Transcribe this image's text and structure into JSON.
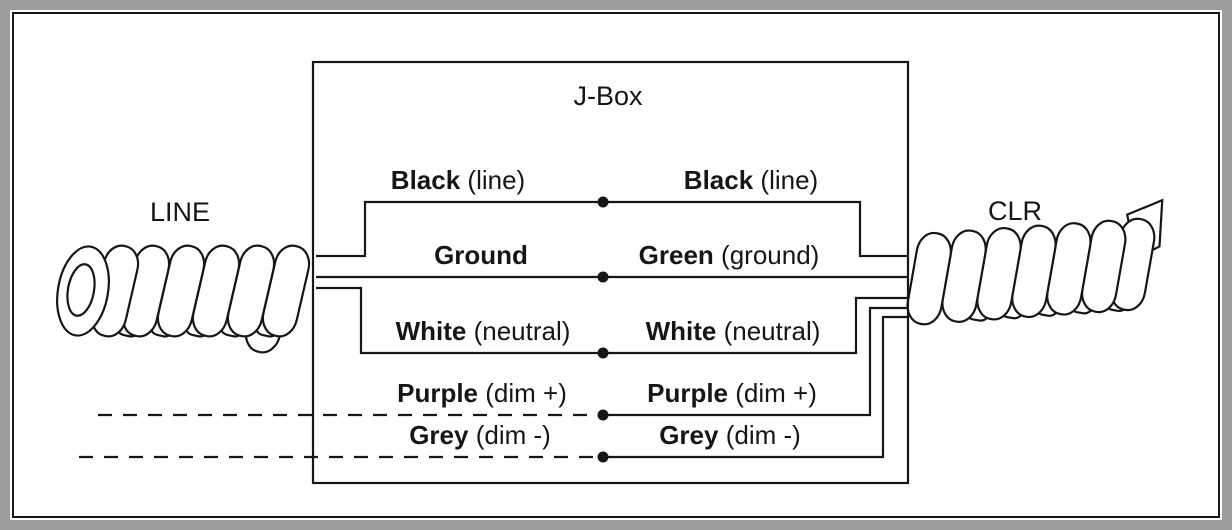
{
  "jbox": {
    "title": "J-Box"
  },
  "cables": {
    "left_label": "LINE",
    "right_label": "CLR"
  },
  "wires": [
    {
      "name": "black",
      "left_style": "dashed-none",
      "left": {
        "bold": "Black",
        "rest": "(line)"
      },
      "right": {
        "bold": "Black",
        "rest": "(line)"
      }
    },
    {
      "name": "ground",
      "left_style": "solid",
      "left": {
        "bold": "Ground",
        "rest": ""
      },
      "right": {
        "bold": "Green",
        "rest": "(ground)"
      }
    },
    {
      "name": "white",
      "left_style": "solid",
      "left": {
        "bold": "White",
        "rest": "(neutral)"
      },
      "right": {
        "bold": "White",
        "rest": "(neutral)"
      }
    },
    {
      "name": "purple",
      "left_style": "dashed",
      "left": {
        "bold": "Purple",
        "rest": "(dim +)"
      },
      "right": {
        "bold": "Purple",
        "rest": "(dim +)"
      }
    },
    {
      "name": "grey",
      "left_style": "dashed",
      "left": {
        "bold": "Grey",
        "rest": "(dim -)"
      },
      "right": {
        "bold": "Grey",
        "rest": "(dim -)"
      }
    }
  ],
  "colors": {
    "ink": "#161616",
    "frame": "#9c9c9c",
    "background": "#ffffff"
  }
}
